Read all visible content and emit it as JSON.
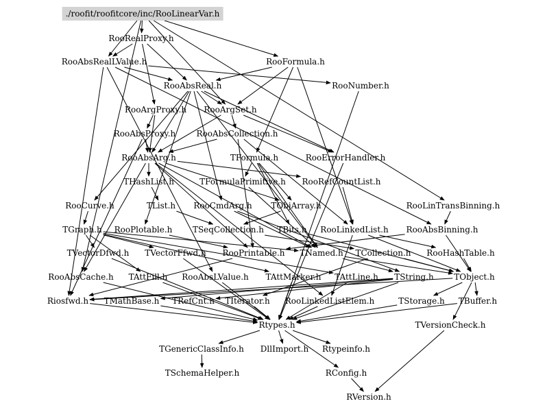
{
  "root": "./roofit/roofitcore/inc/RooLinearVar.h",
  "nodes": [
    "./roofit/roofitcore/inc/RooLinearVar.h",
    "RooRealProxy.h",
    "RooAbsRealLValue.h",
    "RooFormula.h",
    "RooAbsReal.h",
    "RooNumber.h",
    "RooArgProxy.h",
    "RooArgSet.h",
    "RooAbsProxy.h",
    "RooAbsCollection.h",
    "RooAbsArg.h",
    "TFormula.h",
    "RooErrorHandler.h",
    "THashList.h",
    "TFormulaPrimitive.h",
    "RooRefCountList.h",
    "RooCurve.h",
    "TList.h",
    "RooCmdArg.h",
    "TObjArray.h",
    "RooLinTransBinning.h",
    "TGraph.h",
    "RooPlotable.h",
    "TSeqCollection.h",
    "TBits.h",
    "RooLinkedList.h",
    "RooAbsBinning.h",
    "TVectorDfwd.h",
    "TVectorFfwd.h",
    "RooPrintable.h",
    "TNamed.h",
    "TCollection.h",
    "RooHashTable.h",
    "RooAbsCache.h",
    "TAttFill.h",
    "RooAbsLValue.h",
    "TAttMarker.h",
    "TAttLine.h",
    "TString.h",
    "TObject.h",
    "Riosfwd.h",
    "TMathBase.h",
    "TRefCnt.h",
    "TIterator.h",
    "RooLinkedListElem.h",
    "TStorage.h",
    "TBuffer.h",
    "Rtypes.h",
    "TVersionCheck.h",
    "TGenericClassInfo.h",
    "DllImport.h",
    "Rtypeinfo.h",
    "TSchemaHelper.h",
    "RConfig.h",
    "RVersion.h"
  ],
  "edges": [
    [
      "./roofit/roofitcore/inc/RooLinearVar.h",
      "RooRealProxy.h"
    ],
    [
      "./roofit/roofitcore/inc/RooLinearVar.h",
      "RooAbsRealLValue.h"
    ],
    [
      "./roofit/roofitcore/inc/RooLinearVar.h",
      "RooFormula.h"
    ],
    [
      "./roofit/roofitcore/inc/RooLinearVar.h",
      "RooAbsCache.h"
    ],
    [
      "./roofit/roofitcore/inc/RooLinearVar.h",
      "RooLinTransBinning.h"
    ],
    [
      "./roofit/roofitcore/inc/RooLinearVar.h",
      "RooArgSet.h"
    ],
    [
      "RooRealProxy.h",
      "RooAbsRealLValue.h"
    ],
    [
      "RooRealProxy.h",
      "RooAbsReal.h"
    ],
    [
      "RooRealProxy.h",
      "RooArgProxy.h"
    ],
    [
      "RooAbsRealLValue.h",
      "RooAbsReal.h"
    ],
    [
      "RooAbsRealLValue.h",
      "RooNumber.h"
    ],
    [
      "RooAbsRealLValue.h",
      "RooAbsLValue.h"
    ],
    [
      "RooAbsRealLValue.h",
      "RooAbsBinning.h"
    ],
    [
      "RooAbsRealLValue.h",
      "Riosfwd.h"
    ],
    [
      "RooFormula.h",
      "RooAbsReal.h"
    ],
    [
      "RooFormula.h",
      "RooArgSet.h"
    ],
    [
      "RooFormula.h",
      "TFormula.h"
    ],
    [
      "RooFormula.h",
      "RooLinkedList.h"
    ],
    [
      "RooAbsReal.h",
      "RooAbsArg.h"
    ],
    [
      "RooAbsReal.h",
      "RooCurve.h"
    ],
    [
      "RooAbsReal.h",
      "RooArgSet.h"
    ],
    [
      "RooAbsReal.h",
      "RooCmdArg.h"
    ],
    [
      "RooAbsReal.h",
      "RooPlotable.h"
    ],
    [
      "RooAbsReal.h",
      "TNamed.h"
    ],
    [
      "RooAbsReal.h",
      "RooErrorHandler.h"
    ],
    [
      "RooNumber.h",
      "Rtypes.h"
    ],
    [
      "RooArgProxy.h",
      "RooAbsProxy.h"
    ],
    [
      "RooArgProxy.h",
      "RooAbsArg.h"
    ],
    [
      "RooArgSet.h",
      "RooAbsCollection.h"
    ],
    [
      "RooArgSet.h",
      "RooAbsArg.h"
    ],
    [
      "RooArgSet.h",
      "RooErrorHandler.h"
    ],
    [
      "RooAbsProxy.h",
      "RooAbsArg.h"
    ],
    [
      "RooAbsProxy.h",
      "Riosfwd.h"
    ],
    [
      "RooAbsCollection.h",
      "RooAbsArg.h"
    ],
    [
      "RooAbsCollection.h",
      "RooLinkedList.h"
    ],
    [
      "RooAbsCollection.h",
      "RooPrintable.h"
    ],
    [
      "RooAbsArg.h",
      "THashList.h"
    ],
    [
      "RooAbsArg.h",
      "RooRefCountList.h"
    ],
    [
      "RooAbsArg.h",
      "RooPrintable.h"
    ],
    [
      "RooAbsArg.h",
      "TNamed.h"
    ],
    [
      "RooAbsArg.h",
      "TObjArray.h"
    ],
    [
      "RooAbsArg.h",
      "RooAbsCache.h"
    ],
    [
      "RooAbsArg.h",
      "RooLinkedListElem.h"
    ],
    [
      "TFormula.h",
      "TFormulaPrimitive.h"
    ],
    [
      "TFormula.h",
      "TNamed.h"
    ],
    [
      "TFormula.h",
      "TBits.h"
    ],
    [
      "TFormula.h",
      "TObjArray.h"
    ],
    [
      "RooErrorHandler.h",
      "Rtypes.h"
    ],
    [
      "THashList.h",
      "TList.h"
    ],
    [
      "TFormulaPrimitive.h",
      "TNamed.h"
    ],
    [
      "RooRefCountList.h",
      "RooLinkedList.h"
    ],
    [
      "RooCurve.h",
      "TGraph.h"
    ],
    [
      "TList.h",
      "TSeqCollection.h"
    ],
    [
      "RooCmdArg.h",
      "TNamed.h"
    ],
    [
      "RooCmdArg.h",
      "TString.h"
    ],
    [
      "TObjArray.h",
      "TSeqCollection.h"
    ],
    [
      "RooLinTransBinning.h",
      "RooAbsBinning.h"
    ],
    [
      "TGraph.h",
      "TNamed.h"
    ],
    [
      "TGraph.h",
      "TAttLine.h"
    ],
    [
      "TGraph.h",
      "TAttFill.h"
    ],
    [
      "TGraph.h",
      "TAttMarker.h"
    ],
    [
      "TGraph.h",
      "TVectorDfwd.h"
    ],
    [
      "TGraph.h",
      "TVectorFfwd.h"
    ],
    [
      "RooPlotable.h",
      "RooPrintable.h"
    ],
    [
      "TSeqCollection.h",
      "TCollection.h"
    ],
    [
      "TBits.h",
      "TObject.h"
    ],
    [
      "RooLinkedList.h",
      "RooHashTable.h"
    ],
    [
      "RooLinkedList.h",
      "RooLinkedListElem.h"
    ],
    [
      "RooLinkedList.h",
      "TObject.h"
    ],
    [
      "RooAbsBinning.h",
      "TObject.h"
    ],
    [
      "RooAbsBinning.h",
      "RooPrintable.h"
    ],
    [
      "TVectorDfwd.h",
      "Rtypes.h"
    ],
    [
      "TVectorFfwd.h",
      "Rtypes.h"
    ],
    [
      "RooPrintable.h",
      "Riosfwd.h"
    ],
    [
      "TNamed.h",
      "TObject.h"
    ],
    [
      "TNamed.h",
      "TString.h"
    ],
    [
      "TCollection.h",
      "TObject.h"
    ],
    [
      "TCollection.h",
      "TIterator.h"
    ],
    [
      "RooHashTable.h",
      "TObject.h"
    ],
    [
      "RooAbsCache.h",
      "Rtypes.h"
    ],
    [
      "TAttFill.h",
      "Rtypes.h"
    ],
    [
      "RooAbsLValue.h",
      "Rtypes.h"
    ],
    [
      "TAttMarker.h",
      "Rtypes.h"
    ],
    [
      "TAttLine.h",
      "Rtypes.h"
    ],
    [
      "TString.h",
      "TMathBase.h"
    ],
    [
      "TString.h",
      "TRefCnt.h"
    ],
    [
      "TString.h",
      "Riosfwd.h"
    ],
    [
      "TString.h",
      "Rtypes.h"
    ],
    [
      "TObject.h",
      "TStorage.h"
    ],
    [
      "TObject.h",
      "TBuffer.h"
    ],
    [
      "TObject.h",
      "TVersionCheck.h"
    ],
    [
      "TObject.h",
      "Riosfwd.h"
    ],
    [
      "Riosfwd.h",
      "Rtypes.h"
    ],
    [
      "TMathBase.h",
      "Rtypes.h"
    ],
    [
      "TIterator.h",
      "Rtypes.h"
    ],
    [
      "RooLinkedListElem.h",
      "Rtypes.h"
    ],
    [
      "TStorage.h",
      "Rtypes.h"
    ],
    [
      "TBuffer.h",
      "Rtypes.h"
    ],
    [
      "TVersionCheck.h",
      "RVersion.h"
    ],
    [
      "Rtypes.h",
      "TGenericClassInfo.h"
    ],
    [
      "Rtypes.h",
      "DllImport.h"
    ],
    [
      "Rtypes.h",
      "Rtypeinfo.h"
    ],
    [
      "Rtypes.h",
      "RConfig.h"
    ],
    [
      "TGenericClassInfo.h",
      "TSchemaHelper.h"
    ],
    [
      "RConfig.h",
      "RVersion.h"
    ]
  ]
}
